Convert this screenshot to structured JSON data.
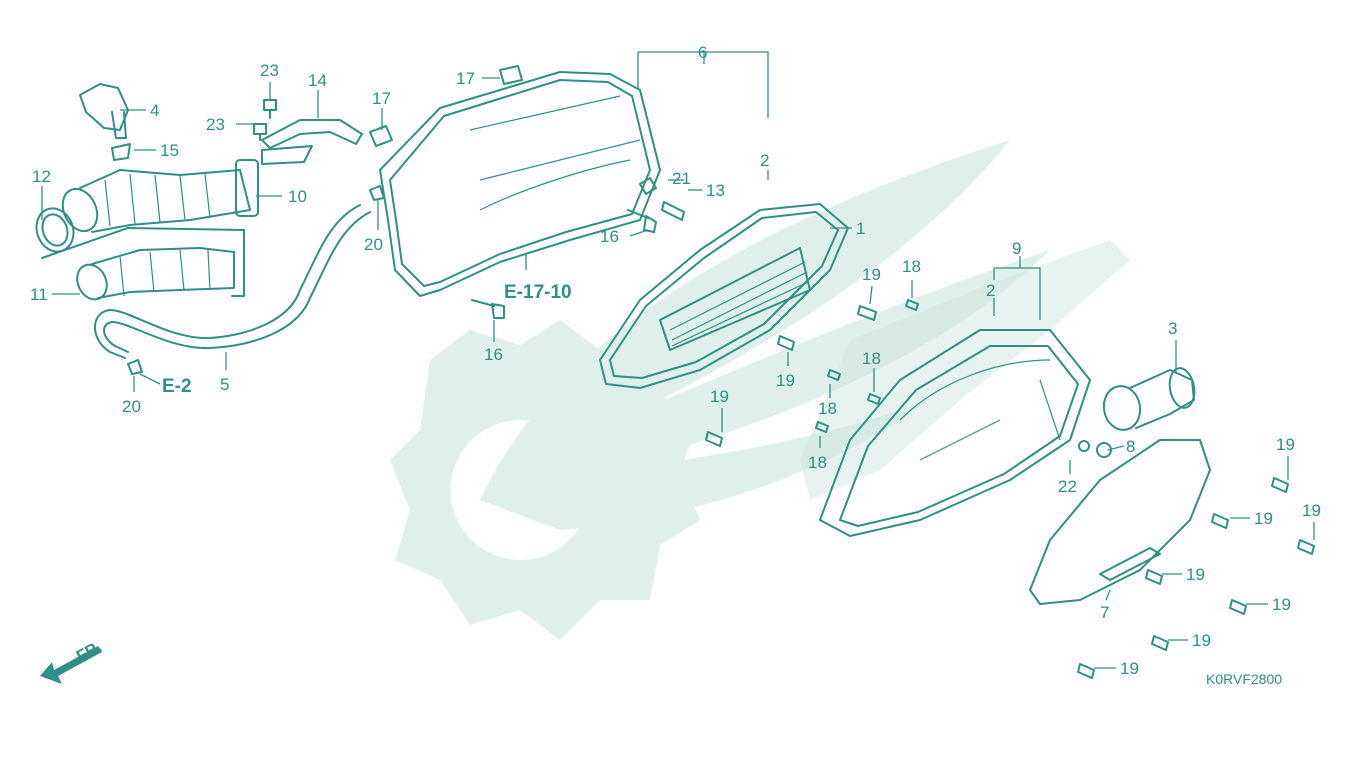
{
  "diagram_code": "K0RVF2800",
  "front_label": "FR.",
  "references": {
    "e17_10": "E-17-10",
    "e2": "E-2"
  },
  "callouts": {
    "c23a": "23",
    "c23b": "23",
    "c14": "14",
    "c17a": "17",
    "c17b": "17",
    "c4": "4",
    "c15": "15",
    "c12": "12",
    "c10": "10",
    "c11": "11",
    "c20a": "20",
    "c20b": "20",
    "c5": "5",
    "c6": "6",
    "c2a": "2",
    "c2b": "2",
    "c21": "21",
    "c13": "13",
    "c16a": "16",
    "c16b": "16",
    "c1": "1",
    "c9": "9",
    "c19a": "19",
    "c19b": "19",
    "c19c": "19",
    "c19d": "19",
    "c19e": "19",
    "c19f": "19",
    "c19g": "19",
    "c19h": "19",
    "c19i": "19",
    "c19j": "19",
    "c18a": "18",
    "c18b": "18",
    "c18c": "18",
    "c18d": "18",
    "c3": "3",
    "c8": "8",
    "c22": "22",
    "c7": "7"
  },
  "colors": {
    "line": "#2f8f86",
    "watermark": "#dff0ea"
  }
}
